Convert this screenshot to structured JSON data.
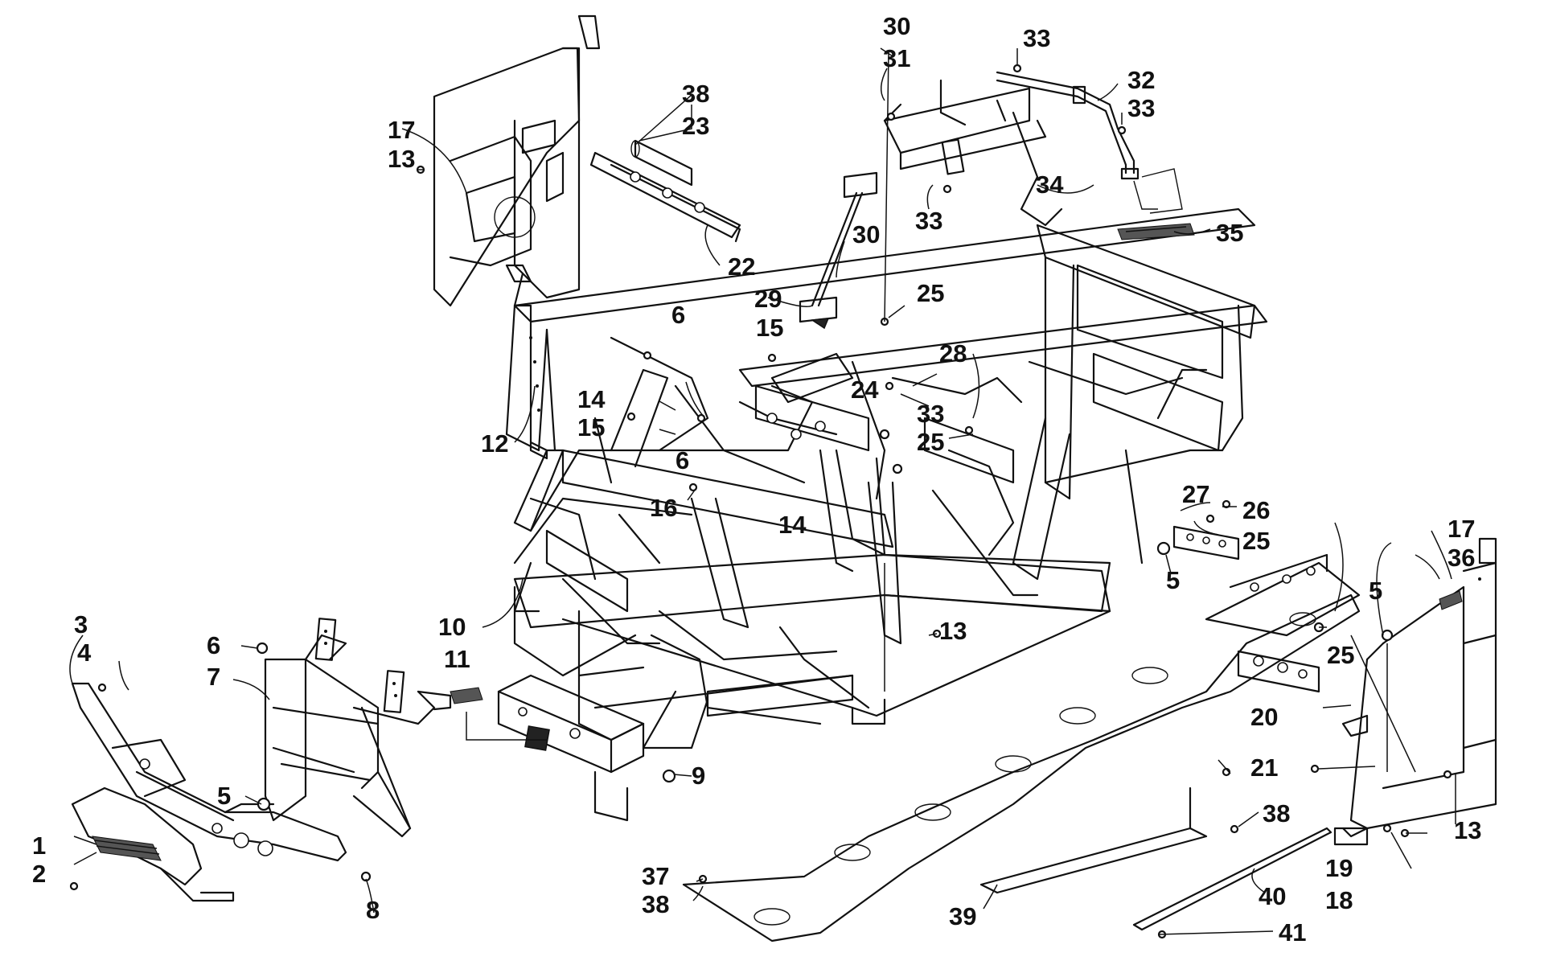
{
  "diagram": {
    "callouts": {
      "c1": "1",
      "c2": "2",
      "c3": "3",
      "c4": "4",
      "c5a": "5",
      "c5b": "5",
      "c5c": "5",
      "c6a": "6",
      "c6b": "6",
      "c6c": "6",
      "c7": "7",
      "c8": "8",
      "c9": "9",
      "c10": "10",
      "c11": "11",
      "c12": "12",
      "c13a": "13",
      "c13b": "13",
      "c13c": "13",
      "c14a": "14",
      "c14b": "14",
      "c15a": "15",
      "c15b": "15",
      "c16": "16",
      "c17a": "17",
      "c17b": "17",
      "c18": "18",
      "c19": "19",
      "c20": "20",
      "c21": "21",
      "c22": "22",
      "c23": "23",
      "c24": "24",
      "c25a": "25",
      "c25b": "25",
      "c25c": "25",
      "c25d": "25",
      "c26": "26",
      "c27": "27",
      "c28": "28",
      "c29": "29",
      "c30a": "30",
      "c30b": "30",
      "c31": "31",
      "c32": "32",
      "c33a": "33",
      "c33b": "33",
      "c33c": "33",
      "c33d": "33",
      "c34": "34",
      "c35": "35",
      "c36": "36",
      "c37": "37",
      "c38a": "38",
      "c38b": "38",
      "c38c": "38",
      "c39": "39",
      "c40": "40",
      "c41": "41"
    }
  }
}
